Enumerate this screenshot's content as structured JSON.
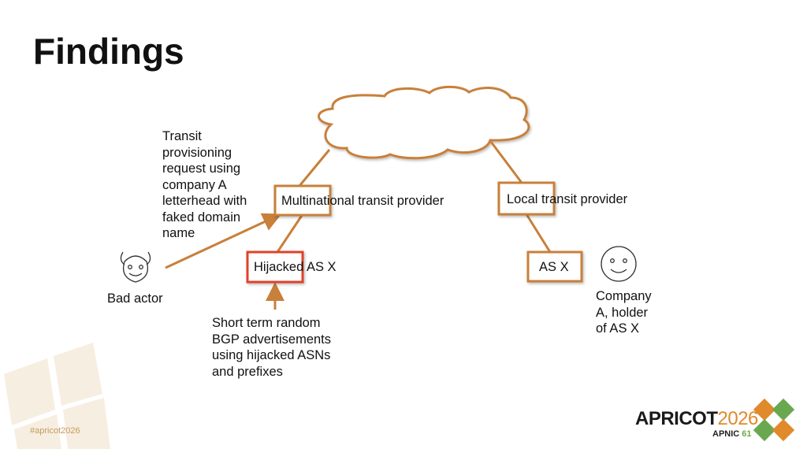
{
  "slide": {
    "title": "Findings",
    "hashtag": "#apricot2026",
    "logo": {
      "name": "APRICOT",
      "year": "2026",
      "sub": "APNIC",
      "sub_num": "61"
    }
  },
  "diagram": {
    "nodes": {
      "multinational": "Multinational transit provider",
      "local": "Local transit provider",
      "hijacked": "Hijacked AS X",
      "asx": "AS X"
    },
    "actors": {
      "bad_actor": "Bad actor",
      "company_a": [
        "Company",
        "A, holder",
        "of AS X"
      ]
    },
    "notes": {
      "request": [
        "Transit",
        "provisioning",
        "request using",
        "company A",
        "letterhead with",
        "faked domain",
        "name"
      ],
      "bgp": [
        "Short term random",
        "BGP advertisements",
        "using hijacked ASNs",
        "and prefixes"
      ]
    },
    "colors": {
      "link": "#c8803a",
      "hijacked_border": "#e0432b",
      "text": "#111111"
    }
  }
}
